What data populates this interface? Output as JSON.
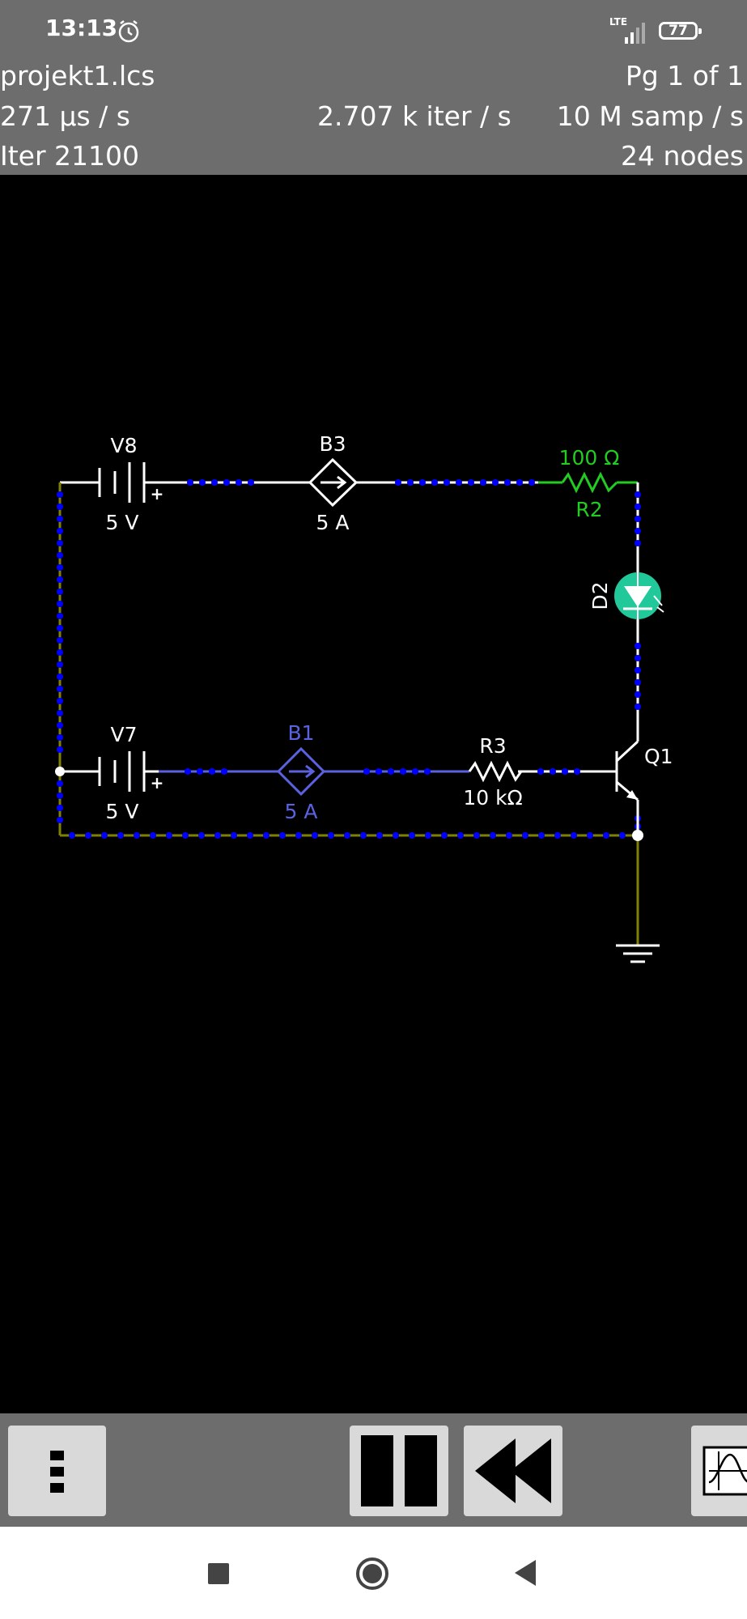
{
  "status_bar": {
    "time": "13:13",
    "network": "LTE",
    "battery": "77",
    "icons": [
      "alarm-icon",
      "signal-icon",
      "battery-icon"
    ]
  },
  "info": {
    "filename": "projekt1.lcs",
    "page": "Pg 1 of 1",
    "sim_time": "271 µs / s",
    "iter_rate": "2.707 k iter / s",
    "sample_rate": "10 M samp / s",
    "iteration": "Iter 21100",
    "nodes": "24 nodes"
  },
  "circuit": {
    "components": {
      "v8": {
        "name": "V8",
        "value": "5 V"
      },
      "b3": {
        "name": "B3",
        "value": "5 A"
      },
      "r2": {
        "name": "R2",
        "value": "100 Ω"
      },
      "d2": {
        "name": "D2"
      },
      "v7": {
        "name": "V7",
        "value": "5 V"
      },
      "b1": {
        "name": "B1",
        "value": "5 A"
      },
      "r3": {
        "name": "R3",
        "value": "10 kΩ"
      },
      "q1": {
        "name": "Q1"
      }
    },
    "colors": {
      "wire": "#ffffff",
      "selected": "#5a62e0",
      "highlight": "#22cc22",
      "led": "#21c89a",
      "current_dots": "#0000ff",
      "ground_wire": "#808000"
    }
  },
  "toolbar": {
    "buttons": [
      "menu-icon",
      "pause-icon",
      "rewind-icon",
      "scope-icon"
    ]
  },
  "nav": {
    "buttons": [
      "recents-icon",
      "home-icon",
      "back-icon"
    ]
  }
}
